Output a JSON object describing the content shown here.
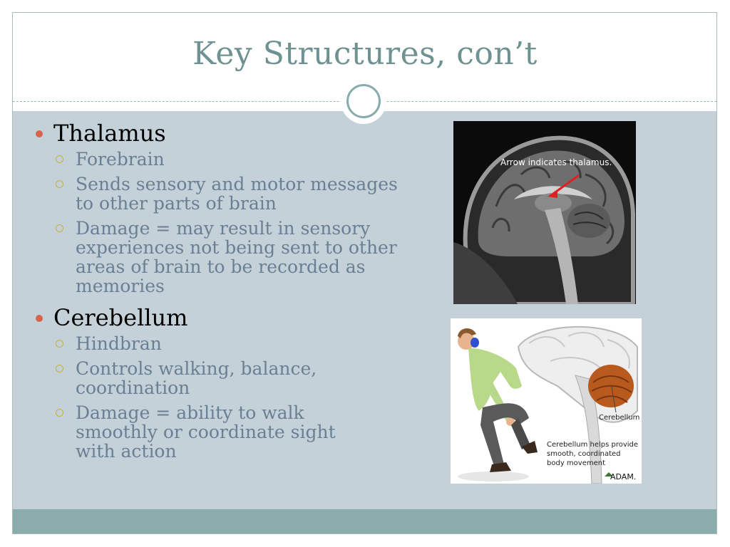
{
  "slide": {
    "title": "Key Structures, con’t"
  },
  "sections": [
    {
      "heading": "Thalamus",
      "items": [
        "Forebrain",
        "Sends sensory and motor messages to other parts of brain",
        "Damage = may result in sensory experiences not being sent to other areas of brain to be recorded as memories"
      ]
    },
    {
      "heading": "Cerebellum",
      "items": [
        "Hindbran",
        "Controls walking, balance, coordination",
        "Damage = ability to walk smoothly or coordinate sight with action"
      ]
    }
  ],
  "images": {
    "mri": {
      "caption": "Arrow indicates thalamus."
    },
    "cerebellum_illustration": {
      "label": "Cerebellum",
      "caption_lines": [
        "Cerebellum helps provide",
        "smooth, coordinated",
        "body movement"
      ],
      "logo": "ADAM."
    }
  },
  "colors": {
    "title": "#6e9292",
    "content_background": "#c5d1d9",
    "footer": "#8aacac",
    "bullet_level1": "#d8634b",
    "bullet_level2": "#c5b23d",
    "subtext": "#6a7f94"
  }
}
